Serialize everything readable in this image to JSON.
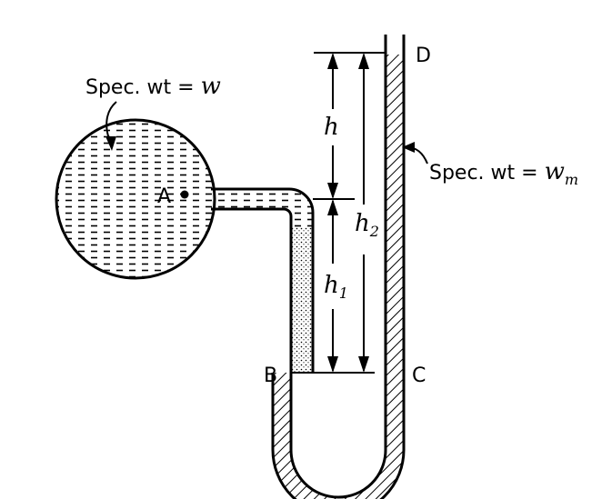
{
  "labels": {
    "spec_vessel": "Spec. wt = ",
    "spec_vessel_symbol": "w",
    "spec_manometer": "Spec. wt = ",
    "spec_manometer_symbol": "w",
    "spec_manometer_subscript": "m",
    "point_a": "A",
    "point_b": "B",
    "point_c": "C",
    "point_d": "D",
    "dim_h": "h",
    "dim_h1": "h",
    "dim_h1_subscript": "1",
    "dim_h2": "h",
    "dim_h2_subscript": "2"
  }
}
